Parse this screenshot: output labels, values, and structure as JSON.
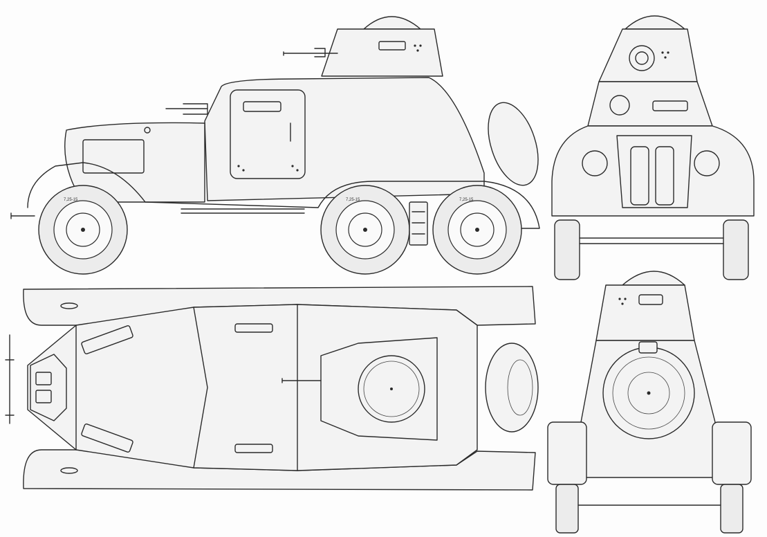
{
  "drawing": {
    "subject": "",
    "views": [
      "side-view",
      "front-view",
      "top-view",
      "rear-view"
    ],
    "tire_marking": "7,25-15",
    "line_color": "#2a2a2a",
    "paper_color": "#fdfdfd"
  }
}
